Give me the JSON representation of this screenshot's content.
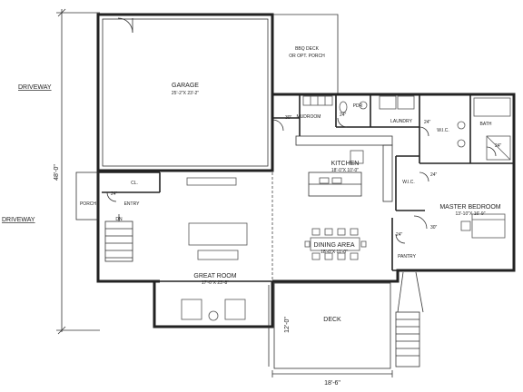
{
  "rooms": {
    "garage": {
      "name": "GARAGE",
      "size": "25'-2\"X 23'-2\""
    },
    "bbq_deck": {
      "line1": "BBQ DECK",
      "line2": "OR OPT. PORCH"
    },
    "mudroom": {
      "name": "MUDROOM"
    },
    "pdr": {
      "name": "PDR"
    },
    "laundry": {
      "name": "LAUNDRY"
    },
    "wic_top": {
      "name": "W.I.C."
    },
    "bath": {
      "name": "BATH"
    },
    "kitchen": {
      "name": "KITCHEN",
      "size": "18'-0\"X 10'-0\""
    },
    "wic_mid": {
      "name": "W.I.C."
    },
    "master_bedroom": {
      "name": "MASTER BEDROOM",
      "size": "13'-10\"X 16'-9\""
    },
    "closet": {
      "name": "CL."
    },
    "porch": {
      "name": "PORCH"
    },
    "entry": {
      "name": "ENTRY"
    },
    "dining": {
      "name": "DINING AREA",
      "size": "18'-0\"X 11'-0\""
    },
    "great_room": {
      "name": "GREAT ROOM",
      "size": "17'-0\"X 23'-8\""
    },
    "pantry": {
      "name": "PANTRY"
    },
    "deck": {
      "name": "DECK"
    }
  },
  "labels": {
    "driveway_top": "DRIVEWAY",
    "driveway_bottom": "DRIVEWAY",
    "stair_dn": "DN"
  },
  "dimensions": {
    "overall_depth": "48'-0\"",
    "deck_depth": "12'-0\"",
    "deck_width": "18'-6\""
  },
  "door_swings": {
    "mudroom": "30\"",
    "pdr": "24\"",
    "wic_top": "24\"",
    "bath": "24\"",
    "wic_mid": "24\"",
    "closet": "24\"",
    "master": "30\"",
    "pantry": "24\""
  },
  "colors": {
    "line": "#222222",
    "background": "#ffffff"
  }
}
